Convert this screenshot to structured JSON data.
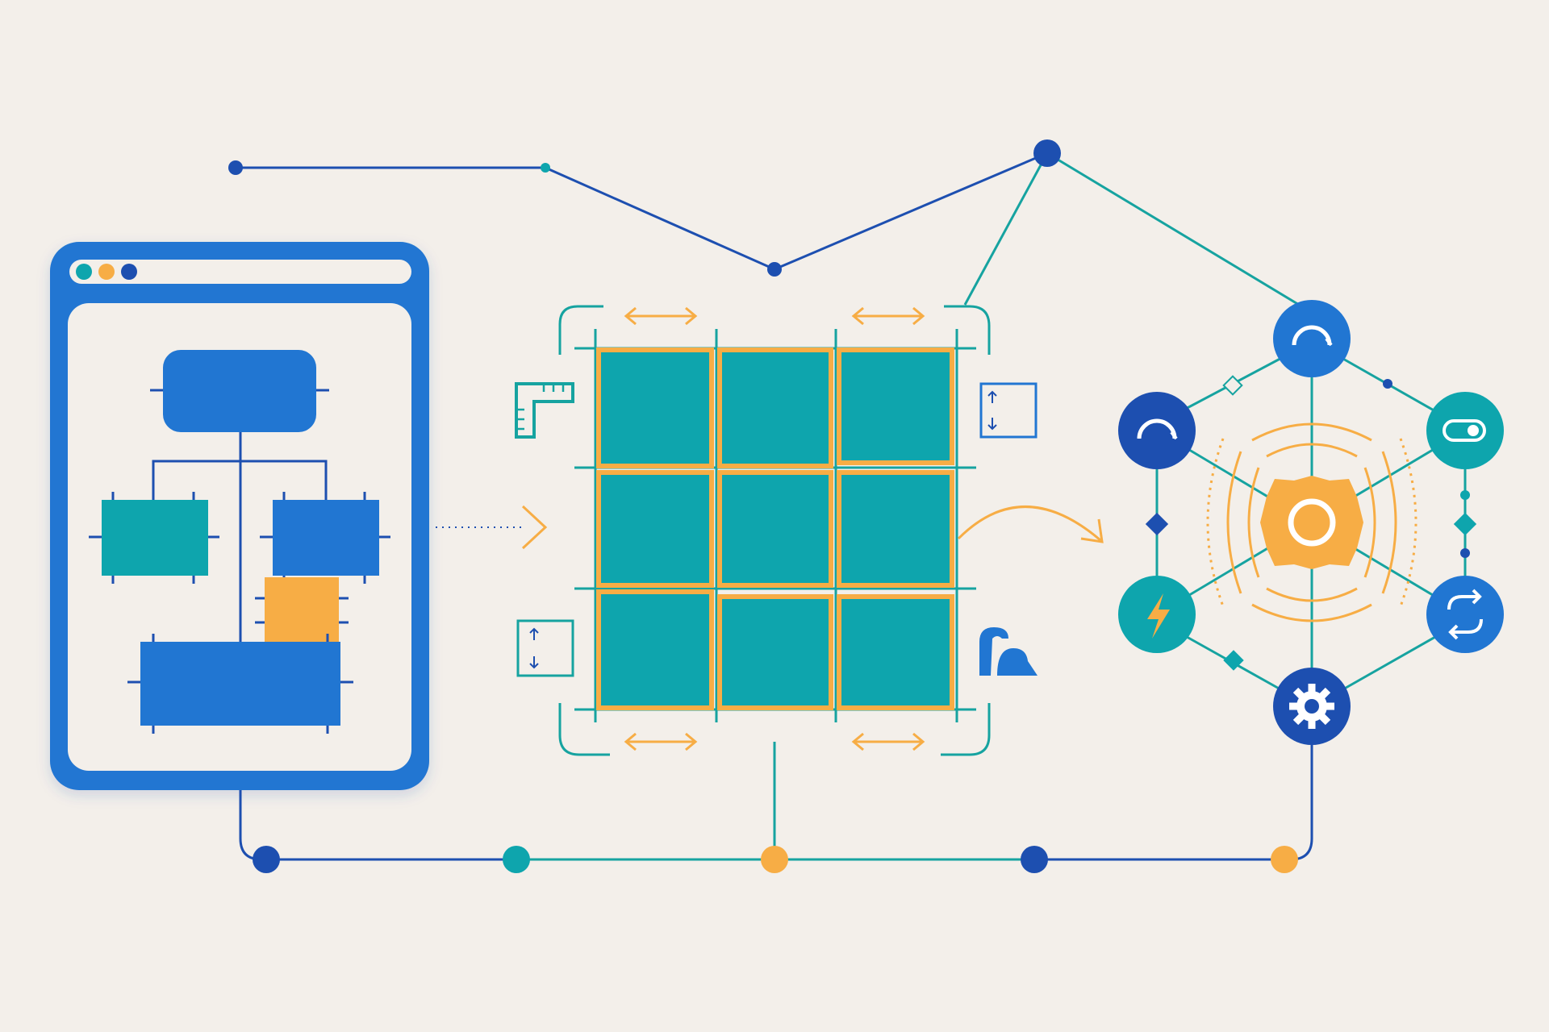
{
  "colors": {
    "background": "#f3efea",
    "blue": "#2176d2",
    "navy": "#1d4fb0",
    "teal": "#0ea5ad",
    "teal_line": "#16a3a0",
    "orange": "#f7ad45",
    "white": "#ffffff"
  },
  "browser_window": {
    "dots": [
      "teal",
      "orange",
      "navy"
    ],
    "blocks": [
      "top-box",
      "left-box",
      "right-box",
      "orange-box",
      "bottom-box"
    ]
  },
  "grid_panel": {
    "rows": 3,
    "cols": 3,
    "handles": [
      "ruler-corner-icon",
      "resize-vertical-icon",
      "resize-vertical-icon",
      "lock-anchor-icon"
    ]
  },
  "hub_network": {
    "center": "hub-target-icon",
    "nodes": [
      {
        "name": "gauge-icon",
        "color": "blue"
      },
      {
        "name": "gauge-icon",
        "color": "navy"
      },
      {
        "name": "toggle-icon",
        "color": "teal"
      },
      {
        "name": "lightning-icon",
        "color": "teal"
      },
      {
        "name": "refresh-icon",
        "color": "blue"
      },
      {
        "name": "gear-icon",
        "color": "navy"
      }
    ]
  },
  "timeline": {
    "dots": [
      "navy",
      "teal",
      "orange",
      "navy",
      "orange"
    ]
  }
}
